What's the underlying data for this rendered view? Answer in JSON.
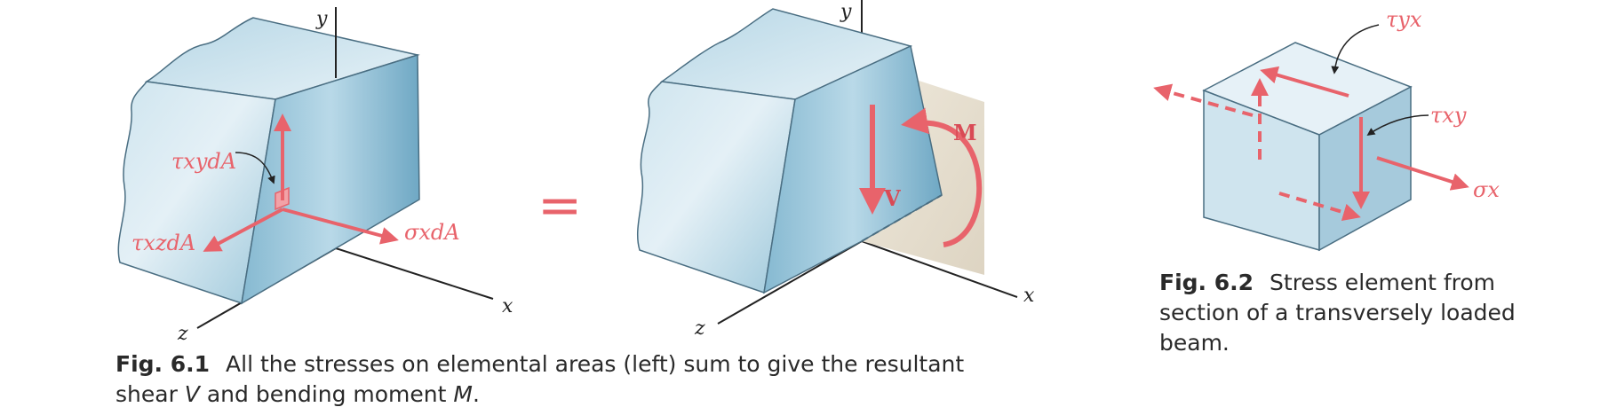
{
  "fig1": {
    "left": {
      "axes": {
        "x": "x",
        "y": "y",
        "z": "z"
      },
      "labels": {
        "tau_xy": "τxydA",
        "tau_xz": "τxzdA",
        "sigma_x": "σxdA"
      }
    },
    "equals": "=",
    "right": {
      "axes": {
        "x": "x",
        "y": "y",
        "z": "z"
      },
      "labels": {
        "V": "V",
        "M": "M"
      }
    },
    "caption": {
      "number": "Fig. 6.1",
      "text_a": "All the stresses on elemental areas (left) sum to give the resultant shear ",
      "V": "V",
      "text_b": " and bending moment ",
      "M": "M",
      "text_c": "."
    }
  },
  "fig2": {
    "labels": {
      "tau_yx": "τyx",
      "tau_xy": "τxy",
      "sigma_x": "σx"
    },
    "caption": {
      "number": "Fig. 6.2",
      "text": "Stress element from section of a transversely loaded beam."
    }
  },
  "colors": {
    "arrow": "#e8636b",
    "block_light": "#d8e9f1",
    "block_mid": "#a9cfe0",
    "block_dark": "#7fb5cf",
    "plane": "#e9e2d4"
  }
}
